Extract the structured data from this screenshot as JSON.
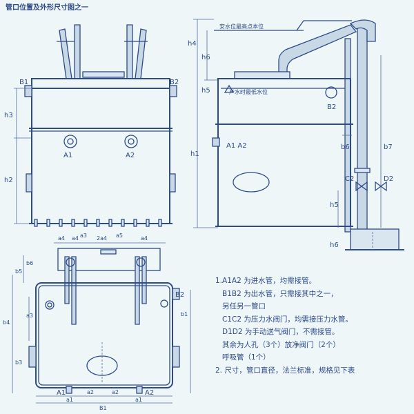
{
  "title": "管口位置及外形尺寸图之一",
  "front": {
    "b1": "B1",
    "b2": "B2",
    "a1": "A1",
    "a2": "A2",
    "h3": "h3",
    "h2": "h2"
  },
  "side": {
    "water_top": "安水位最高点本位",
    "water_low": "产水时最低水位",
    "b2": "B2",
    "a1a2": "A1 A2",
    "c2": "C2",
    "d2": "D2",
    "b6": "b6",
    "b7": "b7",
    "h4": "h4",
    "h6": "h6",
    "h5": "h5",
    "h1": "h1",
    "h5b": "h5",
    "h6b": "h6"
  },
  "plan": {
    "top_dims": [
      "a4",
      "a3",
      "a4",
      "2a4",
      "a5",
      "a4"
    ],
    "b5": "b5",
    "b6": "b6",
    "b4": "b4",
    "b3": "b3",
    "a3": "a3",
    "b2": "B2",
    "b1": "b1",
    "bottom_a1": "A1",
    "bottom_a2": "A2",
    "a2": "a2",
    "a2b": "a2",
    "a1": "a1",
    "a1b": "a1",
    "b1b": "B1"
  },
  "notes": [
    "1.A1A2 为进水管，均需接管。",
    "B1B2 为出水管，只需接其中之一，",
    "另任另一管口",
    "C1C2 为压力水阀门，均需接压力水管。",
    "D1D2 为手动送气阀门，不需接管。",
    "其余为人孔（3个）放净阀门（2个）",
    "呼吸管（1个）",
    "2. 尺寸，管口直径，法兰标准，规格见下表"
  ]
}
